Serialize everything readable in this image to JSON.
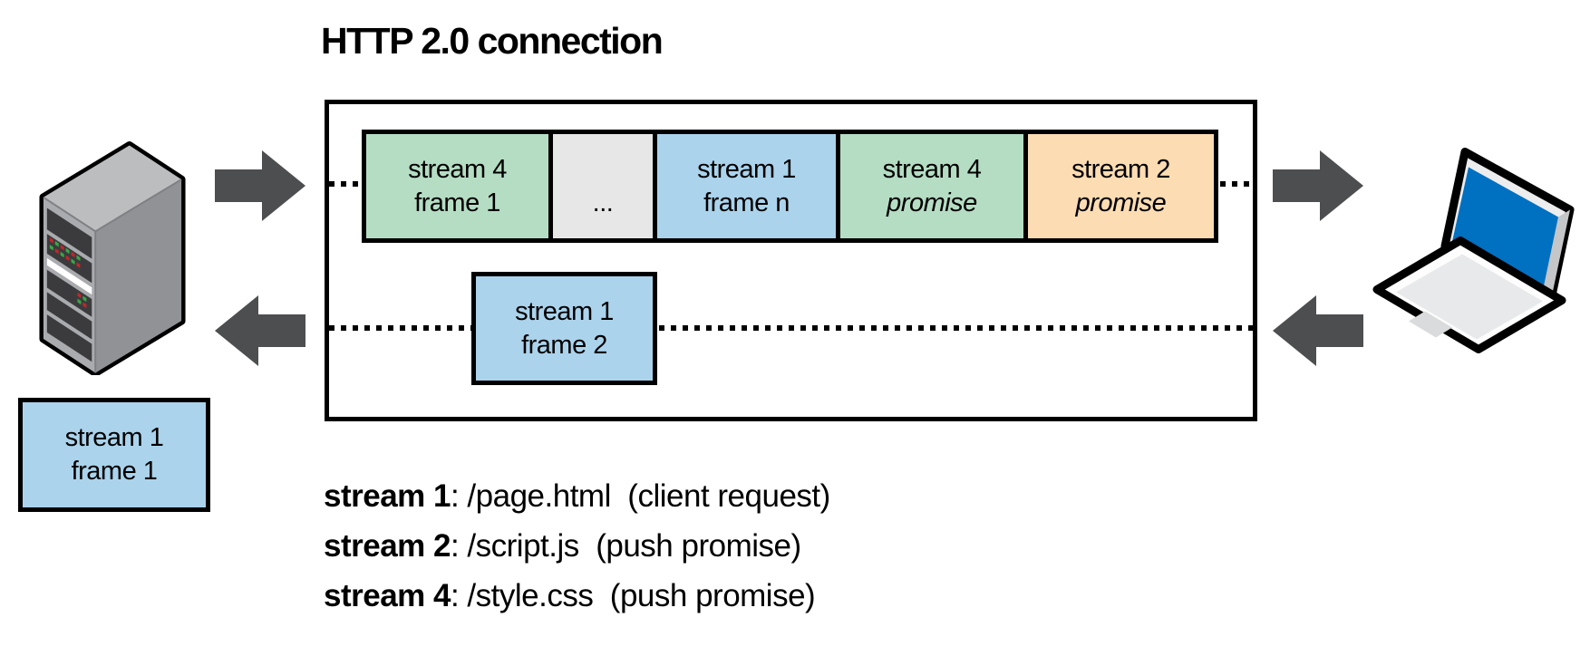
{
  "title": "HTTP 2.0 connection",
  "connection": {
    "top_frames": [
      {
        "line1": "stream 4",
        "line2": "frame 1",
        "color": "green"
      },
      {
        "line1": "",
        "line2": "...",
        "color": "gray"
      },
      {
        "line1": "stream 1",
        "line2": "frame n",
        "color": "blue"
      },
      {
        "line1": "stream 4",
        "line2": "promise",
        "color": "green"
      },
      {
        "line1": "stream 2",
        "line2": "promise",
        "color": "orange"
      }
    ],
    "bottom_frame": {
      "line1": "stream 1",
      "line2": "frame 2",
      "color": "blue"
    }
  },
  "server_side_frame": {
    "line1": "stream 1",
    "line2": "frame 1",
    "color": "blue"
  },
  "legend": [
    {
      "stream": "stream 1",
      "detail": ": /page.html  (client request)"
    },
    {
      "stream": "stream 2",
      "detail": ": /script.js  (push promise)"
    },
    {
      "stream": "stream 4",
      "detail": ": /style.css  (push promise)"
    }
  ],
  "icons": {
    "left_device": "server-icon",
    "right_device": "laptop-icon",
    "flow_top_left": "arrow-right-icon",
    "flow_bottom_left": "arrow-left-icon",
    "flow_top_right": "arrow-right-icon",
    "flow_bottom_right": "arrow-left-icon"
  },
  "colors": {
    "frame_green": "#b5ddc4",
    "frame_blue": "#abd3ec",
    "frame_gray": "#e7e7e7",
    "frame_orange": "#fcdcb2",
    "arrow_gray": "#4d4e50",
    "laptop_screen_blue": "#0070c1"
  }
}
